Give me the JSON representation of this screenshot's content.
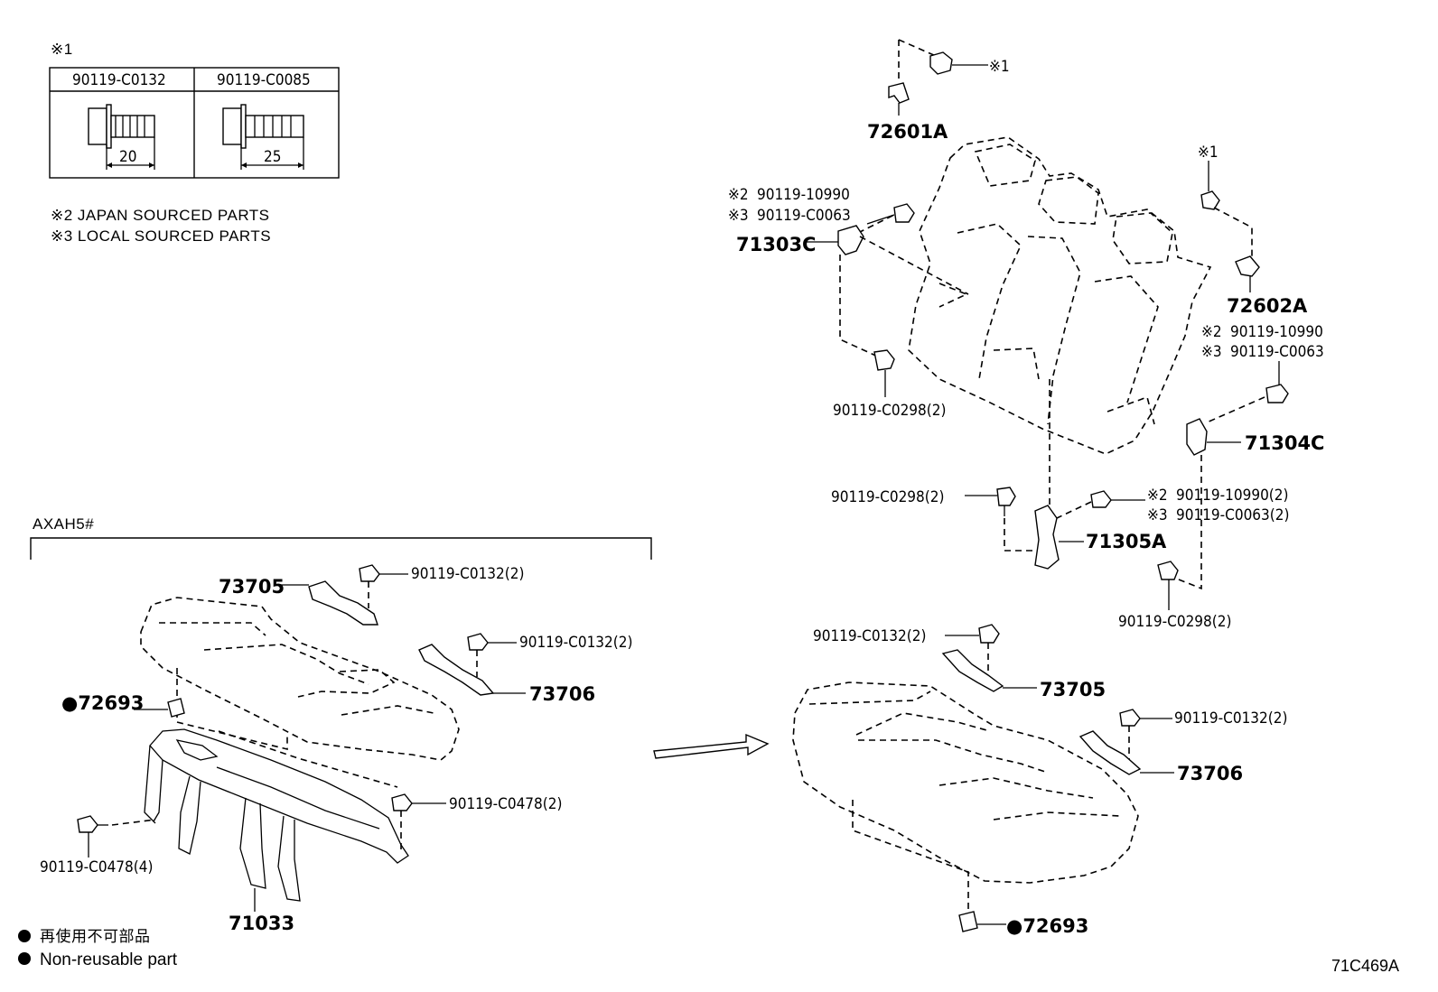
{
  "table": {
    "mark": "※1",
    "col1": "90119-C0132",
    "col2": "90119-C0085",
    "dim1": "20",
    "dim2": "25"
  },
  "notes": {
    "note2": "※2 JAPAN SOURCED PARTS",
    "note3": "※3 LOCAL SOURCED PARTS"
  },
  "section_label": "AXAH5#",
  "legend": {
    "jp": "再使用不可部品",
    "en": "Non-reusable part"
  },
  "figure_code": "71C469A",
  "parts": {
    "p72601A": "72601A",
    "p72602A": "72602A",
    "p71303C": "71303C",
    "p71304C": "71304C",
    "p71305A": "71305A",
    "p71033": "71033",
    "p73705_left": "73705",
    "p73706_left": "73706",
    "p72693_left": "●72693",
    "p73705_right": "73705",
    "p73706_right": "73706",
    "p72693_right": "●72693"
  },
  "fasteners": {
    "mark1_top": "※1",
    "mark1_right": "※1",
    "mark1_upper": "※1",
    "l_j2": "※2",
    "l_j2_pn": "90119-10990",
    "l_j3": "※3",
    "l_j3_pn": "90119-C0063",
    "l_bolt_0298": "90119-C0298(2)",
    "r_j2": "※2",
    "r_j2_pn": "90119-10990",
    "r_j3": "※3",
    "r_j3_pn": "90119-C0063",
    "mid_0298": "90119-C0298(2)",
    "mid_j2": "※2",
    "mid_j2_pn": "90119-10990(2)",
    "mid_j3": "※3",
    "mid_j3_pn": "90119-C0063(2)",
    "r_bottom_0298": "90119-C0298(2)",
    "lc_0132_a": "90119-C0132(2)",
    "lc_0132_b": "90119-C0132(2)",
    "lc_0478_a": "90119-C0478(2)",
    "lc_0478_b": "90119-C0478(4)",
    "rc_0132_a": "90119-C0132(2)",
    "rc_0132_b": "90119-C0132(2)"
  }
}
